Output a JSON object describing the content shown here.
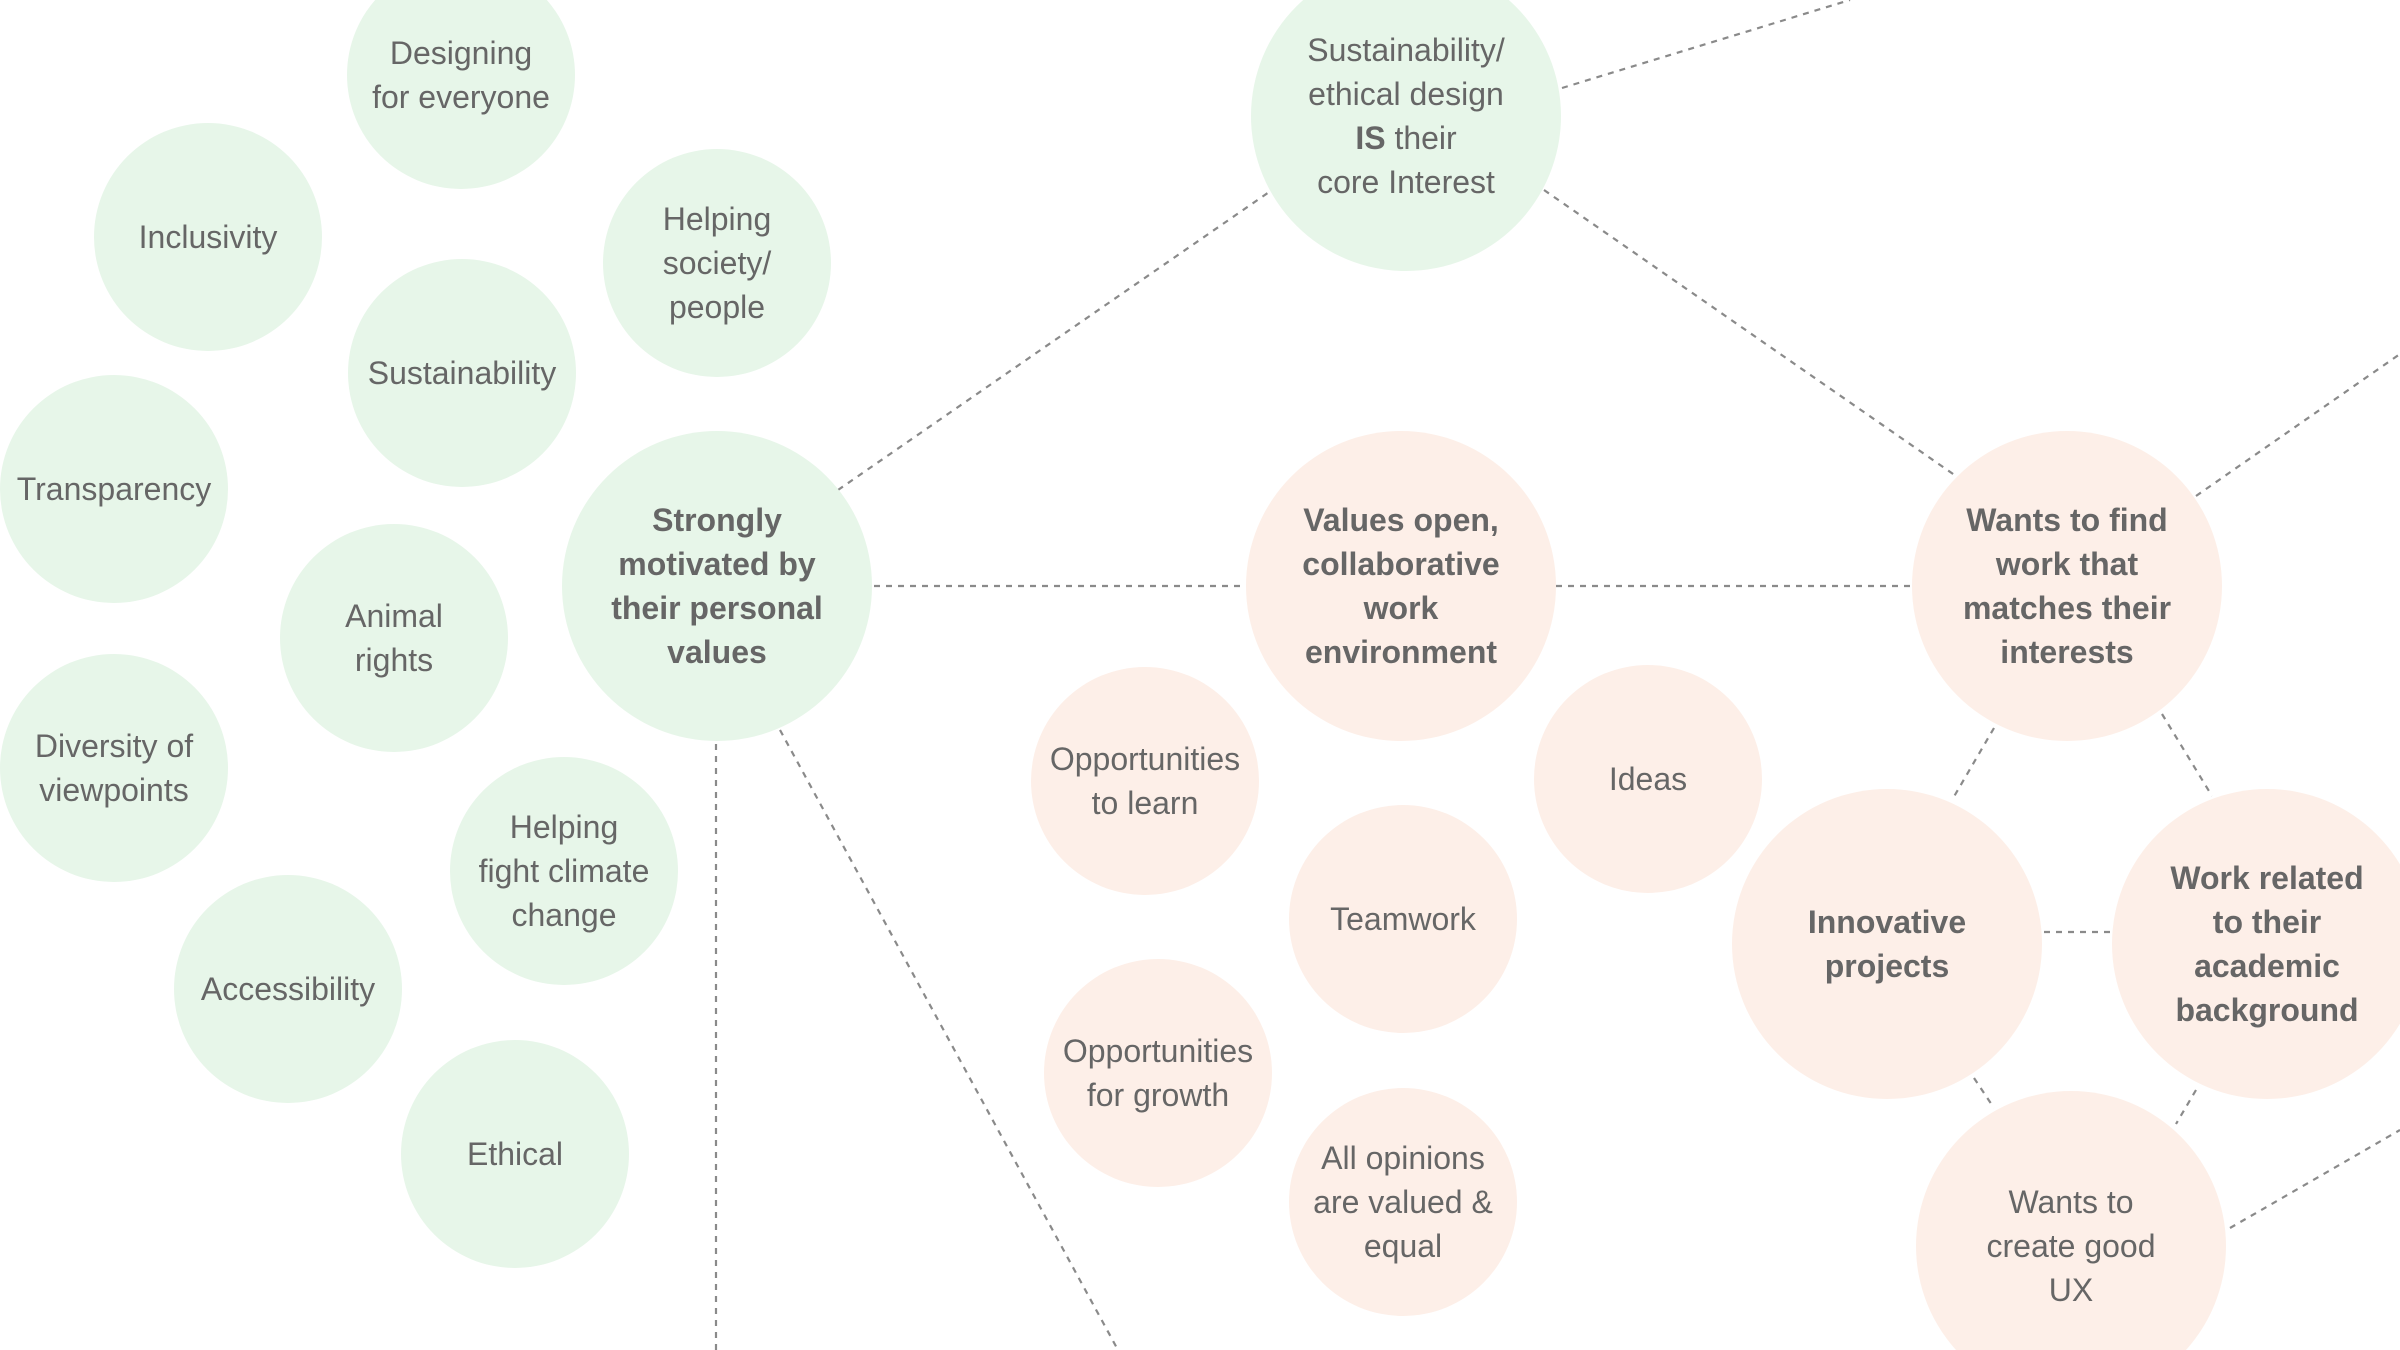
{
  "diagram": {
    "nodes": [
      {
        "id": "designing-for-everyone",
        "text": "Designing\nfor everyone",
        "color": "green"
      },
      {
        "id": "inclusivity",
        "text": "Inclusivity",
        "color": "green"
      },
      {
        "id": "helping-society",
        "text": "Helping\nsociety/\npeople",
        "color": "green"
      },
      {
        "id": "sustainability",
        "text": "Sustainability",
        "color": "green"
      },
      {
        "id": "transparency",
        "text": "Transparency",
        "color": "green"
      },
      {
        "id": "animal-rights",
        "text": "Animal\nrights",
        "color": "green"
      },
      {
        "id": "strongly-motivated",
        "text": "Strongly\nmotivated by\ntheir personal\nvalues",
        "color": "green",
        "bold": true
      },
      {
        "id": "diversity",
        "text": "Diversity of\nviewpoints",
        "color": "green"
      },
      {
        "id": "climate-change",
        "text": "Helping\nfight climate\nchange",
        "color": "green"
      },
      {
        "id": "accessibility",
        "text": "Accessibility",
        "color": "green"
      },
      {
        "id": "ethical",
        "text": "Ethical",
        "color": "green"
      },
      {
        "id": "sustainability-core",
        "text_before": "Sustainability/\nethical design\n",
        "text_bold": "IS",
        "text_after": " their\ncore Interest",
        "color": "green"
      },
      {
        "id": "values-open",
        "text": "Values open,\ncollaborative\nwork\nenvironment",
        "color": "peach",
        "bold": true
      },
      {
        "id": "opportunities-learn",
        "text": "Opportunities\nto learn",
        "color": "peach"
      },
      {
        "id": "ideas",
        "text": "Ideas",
        "color": "peach"
      },
      {
        "id": "teamwork",
        "text": "Teamwork",
        "color": "peach"
      },
      {
        "id": "opportunities-growth",
        "text": "Opportunities\nfor growth",
        "color": "peach"
      },
      {
        "id": "all-opinions",
        "text": "All opinions\nare valued &\nequal",
        "color": "peach"
      },
      {
        "id": "wants-work",
        "text": "Wants to find\nwork that\nmatches their\ninterests",
        "color": "peach",
        "bold": true
      },
      {
        "id": "innovative-projects",
        "text": "Innovative\nprojects",
        "color": "peach",
        "bold": true
      },
      {
        "id": "academic-background",
        "text": "Work related\nto their\nacademic\nbackground",
        "color": "peach",
        "bold": true
      },
      {
        "id": "good-ux",
        "text": "Wants  to\ncreate good\nUX",
        "color": "peach"
      }
    ],
    "colors": {
      "green": "#e7f6e9",
      "peach": "#fdefe8",
      "text": "#666666",
      "edge": "#8a8a8a"
    }
  }
}
